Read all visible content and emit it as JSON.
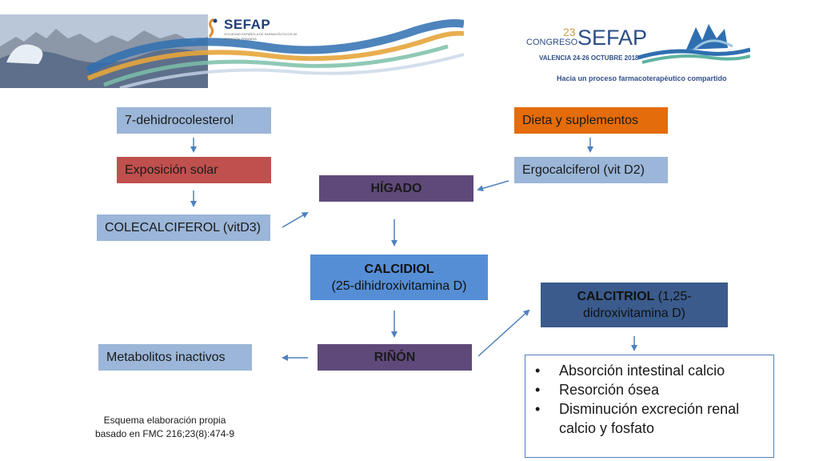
{
  "header": {
    "logo_name": "SEFAP",
    "logo_subtitle": "SOCIEDAD ESPAÑOLA DE FARMACÉUTICOS DE ATENCIÓN PRIMARIA",
    "congress_number": "23",
    "congress_word": "CONGRESO",
    "congress_org": "SEFAP",
    "congress_dates": "VALENCIA 24-26 OCTUBRE 2018",
    "tagline": "Hacia un proceso farmacoterapéutico compartido"
  },
  "diagram": {
    "dehidrocolesterol": "7-dehidrocolesterol",
    "exposicion": "Exposición solar",
    "colecalciferol": "COLECALCIFEROL (vitD3)",
    "dieta": "Dieta y suplementos",
    "ergocalciferol": "Ergocalciferol (vit D2)",
    "higado": "HÍGADO",
    "calcidiol_title": "CALCIDIOL",
    "calcidiol_sub": "(25-dihidroxivitamina D)",
    "rinon": "RIÑÓN",
    "metabolitos": "Metabolitos inactivos",
    "calcitriol_bold": "CALCITRIOL",
    "calcitriol_rest1": " (1,25-",
    "calcitriol_rest2": "didroxivitamina D)",
    "effects": [
      "Absorción intestinal calcio",
      "Resorción ósea",
      "Disminución excreción renal calcio y fosfato"
    ]
  },
  "caption": {
    "line1": "Esquema elaboración propia",
    "line2": "basado en FMC 216;23(8):474-9"
  },
  "colors": {
    "light_blue": "#9bb6d8",
    "red": "#c0504d",
    "orange": "#e46c0a",
    "purple": "#5f497a",
    "medium_blue": "#558ed5",
    "navy": "#3a5b8c",
    "arrow": "#4f81bd"
  }
}
